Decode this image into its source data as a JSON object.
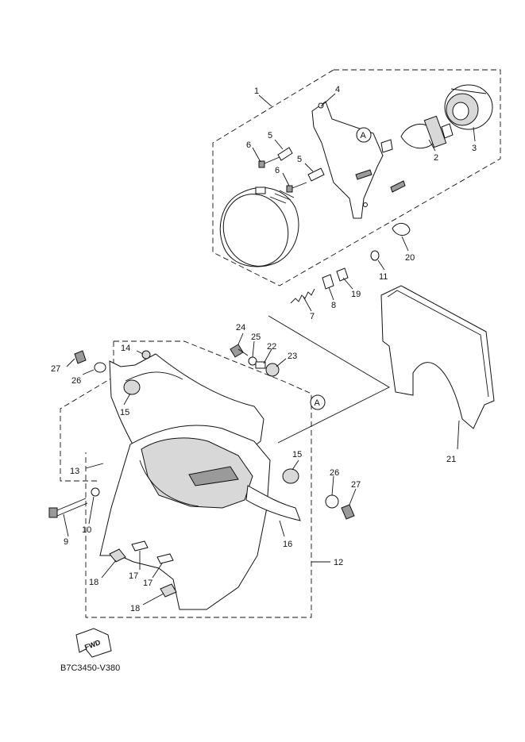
{
  "figure_code": "B7C3450-V380",
  "fwd_label": "FWD",
  "ref_marker": "A",
  "callouts": [
    {
      "key": "c1",
      "text": "1"
    },
    {
      "key": "c2",
      "text": "2"
    },
    {
      "key": "c3",
      "text": "3"
    },
    {
      "key": "c4",
      "text": "4"
    },
    {
      "key": "c5a",
      "text": "5"
    },
    {
      "key": "c5b",
      "text": "5"
    },
    {
      "key": "c6a",
      "text": "6"
    },
    {
      "key": "c6b",
      "text": "6"
    },
    {
      "key": "c7",
      "text": "7"
    },
    {
      "key": "c8",
      "text": "8"
    },
    {
      "key": "c9",
      "text": "9"
    },
    {
      "key": "c10",
      "text": "10"
    },
    {
      "key": "c11",
      "text": "11"
    },
    {
      "key": "c12",
      "text": "12"
    },
    {
      "key": "c13",
      "text": "13"
    },
    {
      "key": "c14",
      "text": "14"
    },
    {
      "key": "c15a",
      "text": "15"
    },
    {
      "key": "c15b",
      "text": "15"
    },
    {
      "key": "c16",
      "text": "16"
    },
    {
      "key": "c17a",
      "text": "17"
    },
    {
      "key": "c17b",
      "text": "17"
    },
    {
      "key": "c18a",
      "text": "18"
    },
    {
      "key": "c18b",
      "text": "18"
    },
    {
      "key": "c19",
      "text": "19"
    },
    {
      "key": "c20",
      "text": "20"
    },
    {
      "key": "c21",
      "text": "21"
    },
    {
      "key": "c22",
      "text": "22"
    },
    {
      "key": "c23",
      "text": "23"
    },
    {
      "key": "c24",
      "text": "24"
    },
    {
      "key": "c25",
      "text": "25"
    },
    {
      "key": "c26a",
      "text": "26"
    },
    {
      "key": "c26b",
      "text": "26"
    },
    {
      "key": "c27a",
      "text": "27"
    },
    {
      "key": "c27b",
      "text": "27"
    }
  ]
}
